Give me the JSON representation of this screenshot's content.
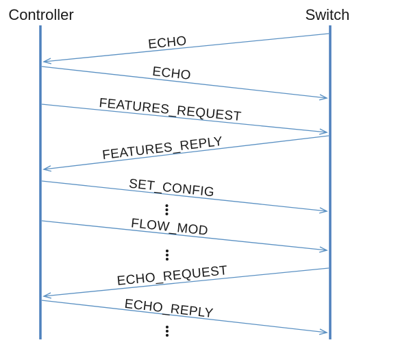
{
  "diagram": {
    "type": "sequence-diagram",
    "actors": [
      {
        "name": "Controller"
      },
      {
        "name": "Switch"
      }
    ],
    "messages": [
      {
        "label": "ECHO",
        "from": "Switch",
        "to": "Controller"
      },
      {
        "label": "ECHO",
        "from": "Controller",
        "to": "Switch"
      },
      {
        "label": "FEATURES_REQUEST",
        "from": "Controller",
        "to": "Switch"
      },
      {
        "label": "FEATURES_REPLY",
        "from": "Switch",
        "to": "Controller"
      },
      {
        "label": "SET_CONFIG",
        "from": "Controller",
        "to": "Switch"
      },
      {
        "label": "FLOW_MOD",
        "from": "Controller",
        "to": "Switch"
      },
      {
        "label": "ECHO_REQUEST",
        "from": "Switch",
        "to": "Controller"
      },
      {
        "label": "ECHO_REPLY",
        "from": "Controller",
        "to": "Switch"
      }
    ],
    "ellipsis_count": 3
  },
  "colors": {
    "lifeline": "#4f81bd",
    "arrow_line": "#5b91c3",
    "text": "#1a1a1a"
  }
}
